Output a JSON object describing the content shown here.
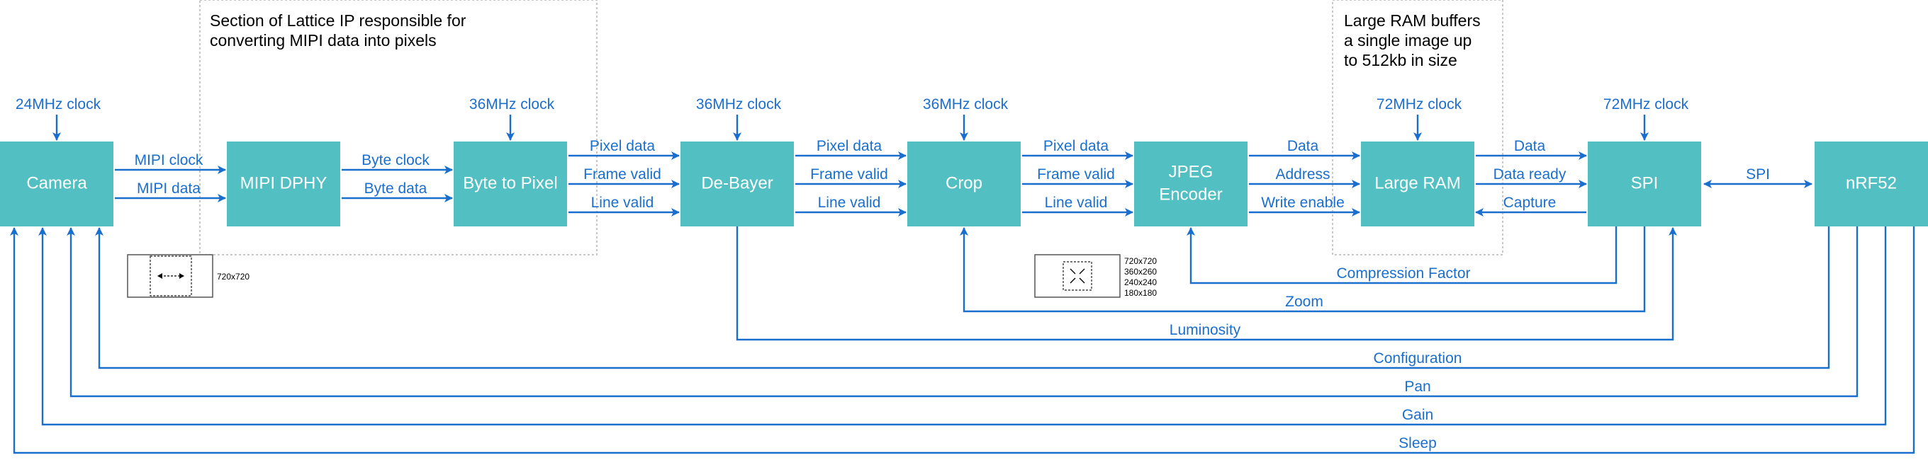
{
  "notes": {
    "lattice": [
      "Section of Lattice IP responsible for",
      "converting MIPI data into pixels"
    ],
    "ram": [
      "Large RAM buffers",
      "a single image up",
      "to 512kb in size"
    ]
  },
  "blocks": {
    "camera": [
      "Camera"
    ],
    "mipi_dphy": [
      "MIPI DPHY"
    ],
    "byte_to_pixel": [
      "Byte to Pixel"
    ],
    "debayer": [
      "De-Bayer"
    ],
    "crop": [
      "Crop"
    ],
    "jpeg": [
      "JPEG",
      "Encoder"
    ],
    "large_ram": [
      "Large RAM"
    ],
    "spi": [
      "SPI"
    ],
    "nrf52": [
      "nRF52"
    ]
  },
  "clocks": {
    "camera": "24MHz clock",
    "byte_to_pixel": "36MHz clock",
    "debayer": "36MHz clock",
    "crop": "36MHz clock",
    "large_ram": "72MHz clock",
    "spi": "72MHz clock"
  },
  "links": {
    "camera_dphy": [
      "MIPI clock",
      "MIPI data"
    ],
    "dphy_b2p": [
      "Byte clock",
      "Byte data"
    ],
    "b2p_debayer": [
      "Pixel data",
      "Frame valid",
      "Line valid"
    ],
    "debayer_crop": [
      "Pixel data",
      "Frame valid",
      "Line valid"
    ],
    "crop_jpeg": [
      "Pixel data",
      "Frame valid",
      "Line valid"
    ],
    "jpeg_ram": [
      "Data",
      "Address",
      "Write enable"
    ],
    "ram_spi": [
      "Data",
      "Data ready",
      "Capture"
    ],
    "spi_nrf": "SPI"
  },
  "feedback": [
    "Compression Factor",
    "Zoom",
    "Luminosity",
    "Configuration",
    "Pan",
    "Gain",
    "Sleep"
  ],
  "thumbnails": {
    "pixel_size": "720x720",
    "crop_sizes": [
      "720x720",
      "360x260",
      "240x240",
      "180x180"
    ]
  },
  "colors": {
    "block": "#52bfc3",
    "wire": "#1a6fce"
  }
}
